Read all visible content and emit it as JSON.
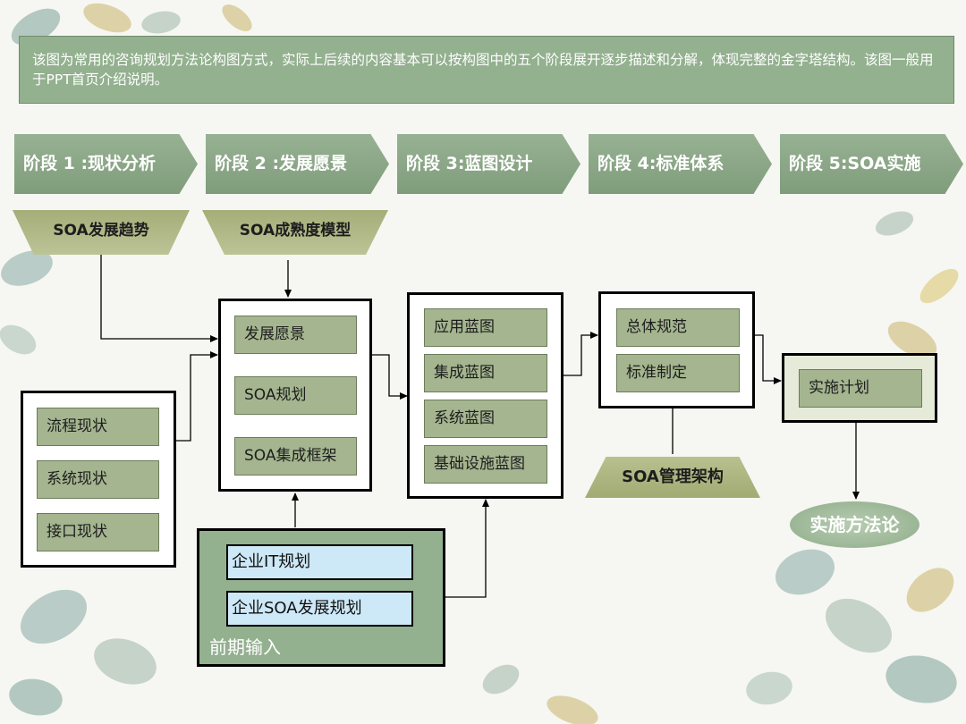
{
  "header": {
    "text": "该图为常用的咨询规划方法论构图方式，实际上后续的内容基本可以按构图中的五个阶段展开逐步描述和分解，体现完整的金字塔结构。该图一般用于PPT首页介绍说明。"
  },
  "stages": [
    {
      "label": "阶段 1 :现状分析"
    },
    {
      "label": "阶段 2 :发展愿景"
    },
    {
      "label": "阶段 3:蓝图设计"
    },
    {
      "label": "阶段 4:标准体系"
    },
    {
      "label": "阶段 5:SOA实施"
    }
  ],
  "trapezoids": {
    "soa_trend": "SOA发展趋势",
    "soa_maturity": "SOA成熟度模型",
    "soa_governance": "SOA管理架构"
  },
  "current_state": {
    "items": [
      "流程现状",
      "系统现状",
      "接口现状"
    ]
  },
  "vision": {
    "items": [
      "发展愿景",
      "SOA规划",
      "SOA集成框架"
    ]
  },
  "blueprint": {
    "items": [
      "应用蓝图",
      "集成蓝图",
      "系统蓝图",
      "基础设施蓝图"
    ]
  },
  "standards": {
    "items": [
      "总体规范",
      "标准制定"
    ]
  },
  "implementation": {
    "plan": "实施计划",
    "methodology": "实施方法论"
  },
  "prior_input": {
    "items": [
      "企业IT规划",
      "企业SOA发展规划"
    ],
    "label": "前期输入"
  },
  "colors": {
    "sage": "#93b08f",
    "cell": "#a4b58f",
    "olive": "#a5ad78",
    "blue_box": "#cde8f7"
  }
}
